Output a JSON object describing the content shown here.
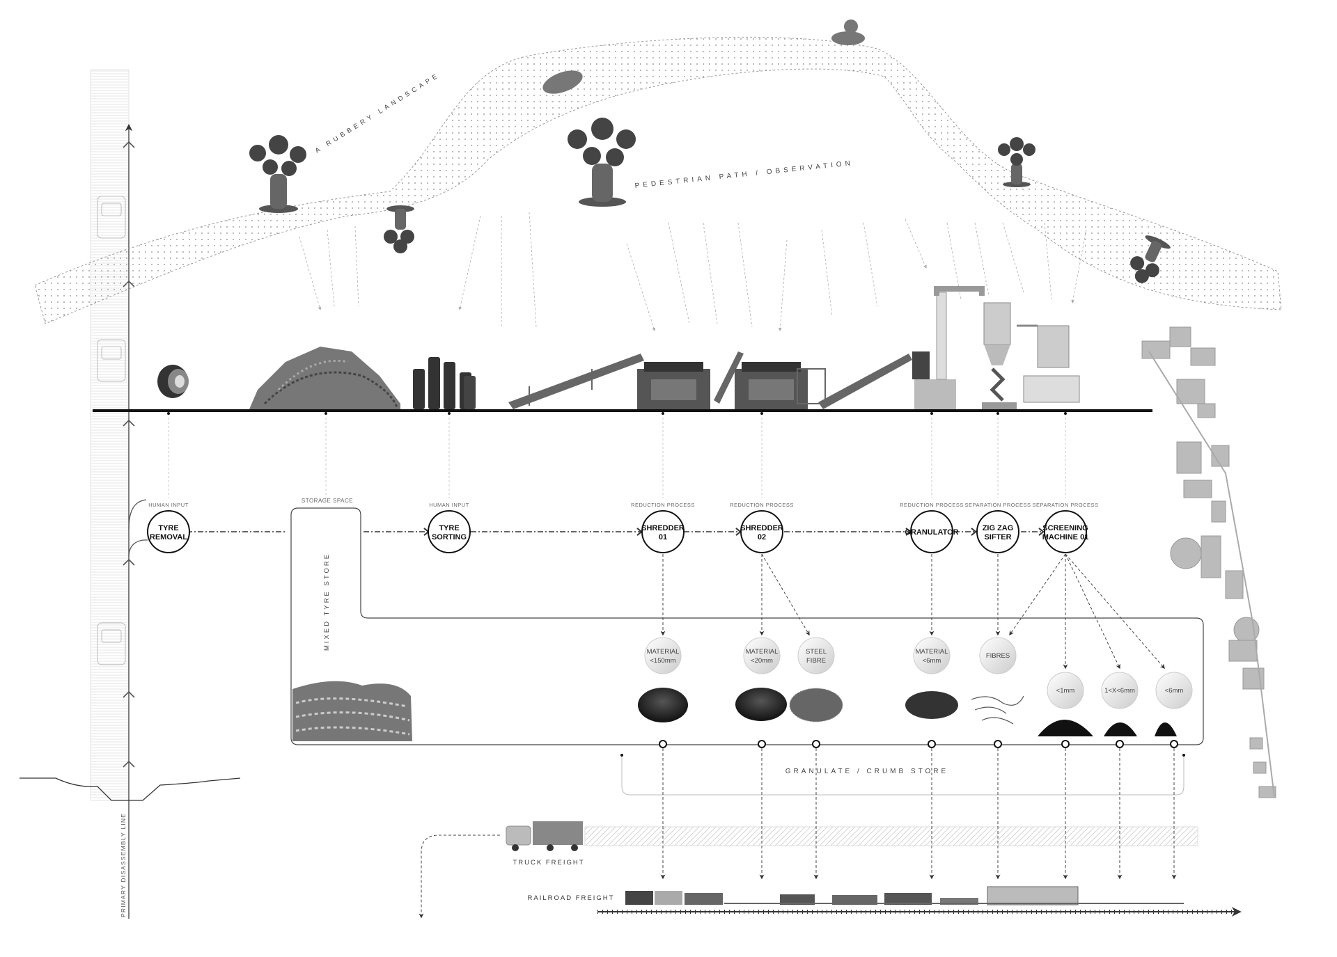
{
  "landscape": {
    "title": "A RUBBERY LANDSCAPE",
    "path_label": "PEDESTRIAN PATH / OBSERVATION"
  },
  "axis": {
    "label": "PRIMARY DISASSEMBLY LINE"
  },
  "process_nodes": [
    {
      "category": "HUMAN INPUT",
      "line1": "TYRE",
      "line2": "REMOVAL"
    },
    {
      "category": "HUMAN INPUT",
      "line1": "TYRE",
      "line2": "SORTING"
    },
    {
      "category": "REDUCTION PROCESS",
      "line1": "SHREDDER",
      "line2": "01"
    },
    {
      "category": "REDUCTION PROCESS",
      "line1": "SHREDDER",
      "line2": "02"
    },
    {
      "category": "REDUCTION PROCESS",
      "line1": "GRANULATOR",
      "line2": ""
    },
    {
      "category": "SEPARATION PROCESS",
      "line1": "ZIG ZAG",
      "line2": "SIFTER"
    },
    {
      "category": "SEPARATION PROCESS",
      "line1": "SCREENING",
      "line2": "MACHINE 01"
    }
  ],
  "storage": {
    "category": "STORAGE SPACE",
    "label": "MIXED TYRE STORE"
  },
  "outputs": [
    {
      "line1": "MATERIAL",
      "line2": "<150mm"
    },
    {
      "line1": "MATERIAL",
      "line2": "<20mm"
    },
    {
      "line1": "STEEL",
      "line2": "FIBRE"
    },
    {
      "line1": "MATERIAL",
      "line2": "<6mm"
    },
    {
      "line1": "FIBRES",
      "line2": ""
    },
    {
      "line1": "<1mm",
      "line2": ""
    },
    {
      "line1": "1<X<6mm",
      "line2": ""
    },
    {
      "line1": "<6mm",
      "line2": ""
    }
  ],
  "granulate_store": {
    "label": "GRANULATE / CRUMB STORE"
  },
  "freight": {
    "truck": "TRUCK FREIGHT",
    "rail": "RAILROAD FREIGHT"
  }
}
